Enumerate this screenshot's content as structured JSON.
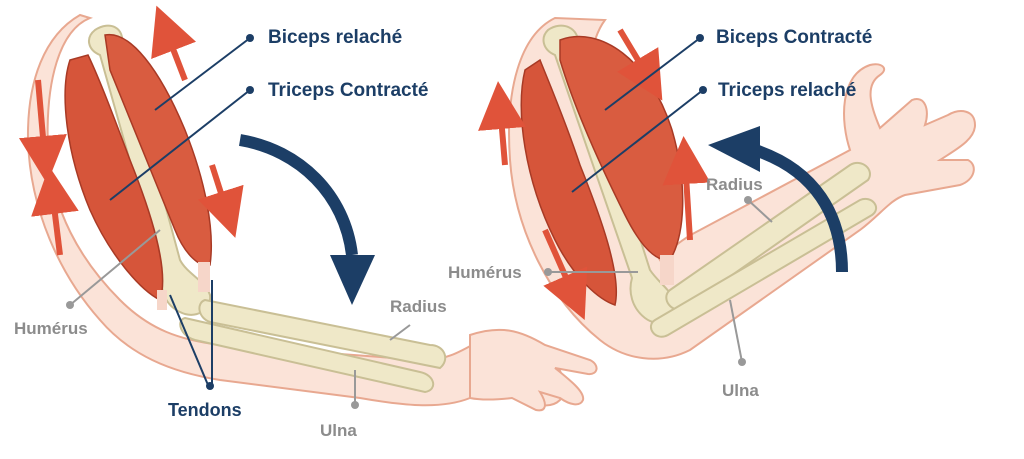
{
  "left_panel": {
    "labels": {
      "biceps": "Biceps relaché",
      "triceps": "Triceps Contracté",
      "humerus": "Humérus",
      "tendons": "Tendons",
      "radius": "Radius",
      "ulna": "Ulna"
    }
  },
  "right_panel": {
    "labels": {
      "biceps": "Biceps Contracté",
      "triceps": "Triceps relaché",
      "humerus": "Humérus",
      "radius": "Radius",
      "ulna": "Ulna"
    }
  },
  "colors": {
    "dark_label": "#1c3e66",
    "grey_label": "#8c8c8c",
    "muscle": "#d6553a",
    "bone": "#efe8c8",
    "skin": "#fbe3d8",
    "arrow_motion": "#1c3e66",
    "arrow_muscle": "#e0533a"
  }
}
